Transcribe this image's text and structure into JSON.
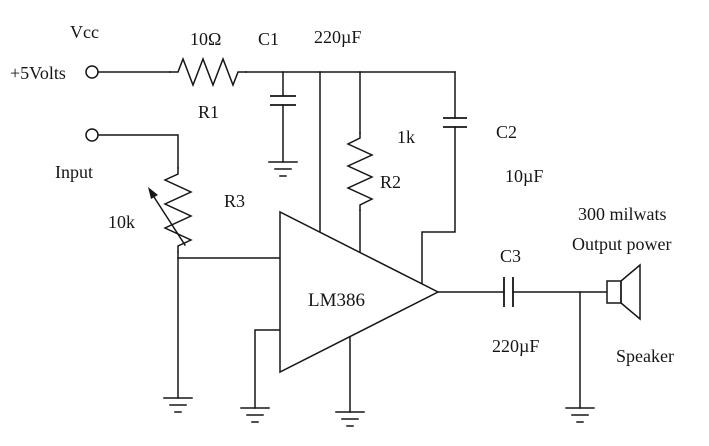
{
  "colors": {
    "background": "#ffffff",
    "line": "#161616",
    "text": "#161616"
  },
  "power": {
    "rail_label": "Vcc",
    "supply_label": "+5Volts"
  },
  "input": {
    "label": "Input"
  },
  "components": {
    "r1": {
      "name": "R1",
      "value": "10Ω"
    },
    "r2": {
      "name": "R2",
      "value": "1k"
    },
    "r3": {
      "name": "R3",
      "value": "10k"
    },
    "c1": {
      "name": "C1",
      "value": "220µF"
    },
    "c2": {
      "name": "C2",
      "value": "10µF"
    },
    "c3": {
      "name": "C3",
      "value": "220µF"
    },
    "ic": {
      "name": "LM386"
    },
    "speaker": {
      "label": "Speaker"
    }
  },
  "output": {
    "power_line1": "300 milwats",
    "power_line2": "Output power"
  }
}
